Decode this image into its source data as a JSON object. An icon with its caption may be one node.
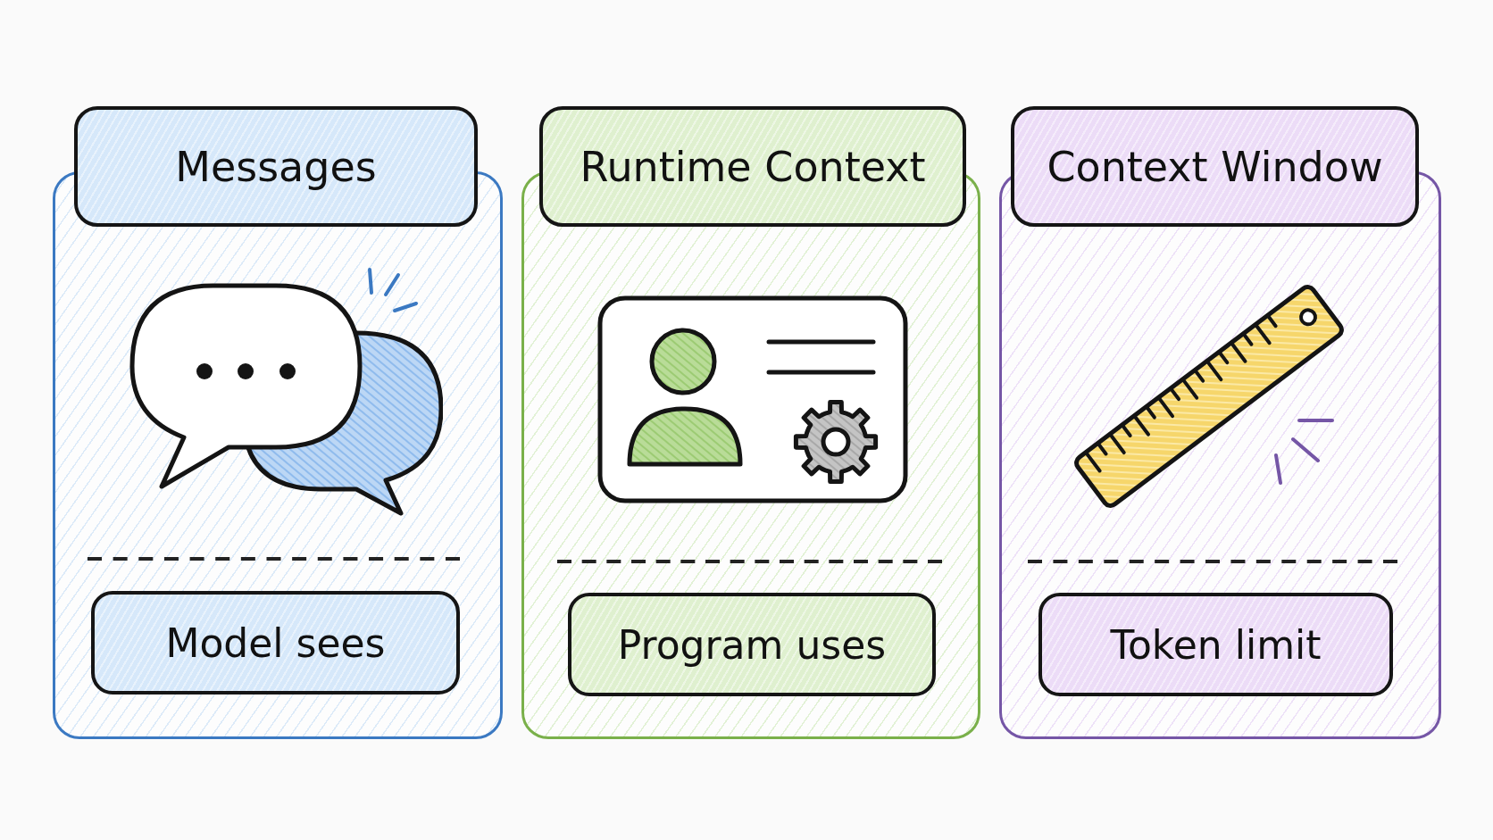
{
  "diagram": {
    "nodes": [
      {
        "text": [],
        "shape": "box"
      },
      {
        "text": [
          "Messages"
        ],
        "in": 0
      },
      {
        "text": [
          "Model sees"
        ],
        "in": 0
      },
      {
        "text": [],
        "shape": "box"
      },
      {
        "text": [
          "Runtime Context"
        ],
        "in": 3
      },
      {
        "text": [
          "Program uses"
        ],
        "in": 3
      },
      {
        "text": [],
        "shape": "box"
      },
      {
        "text": [
          "Context Window"
        ],
        "in": 6
      },
      {
        "text": [
          "Token limit"
        ],
        "in": 6
      }
    ]
  }
}
